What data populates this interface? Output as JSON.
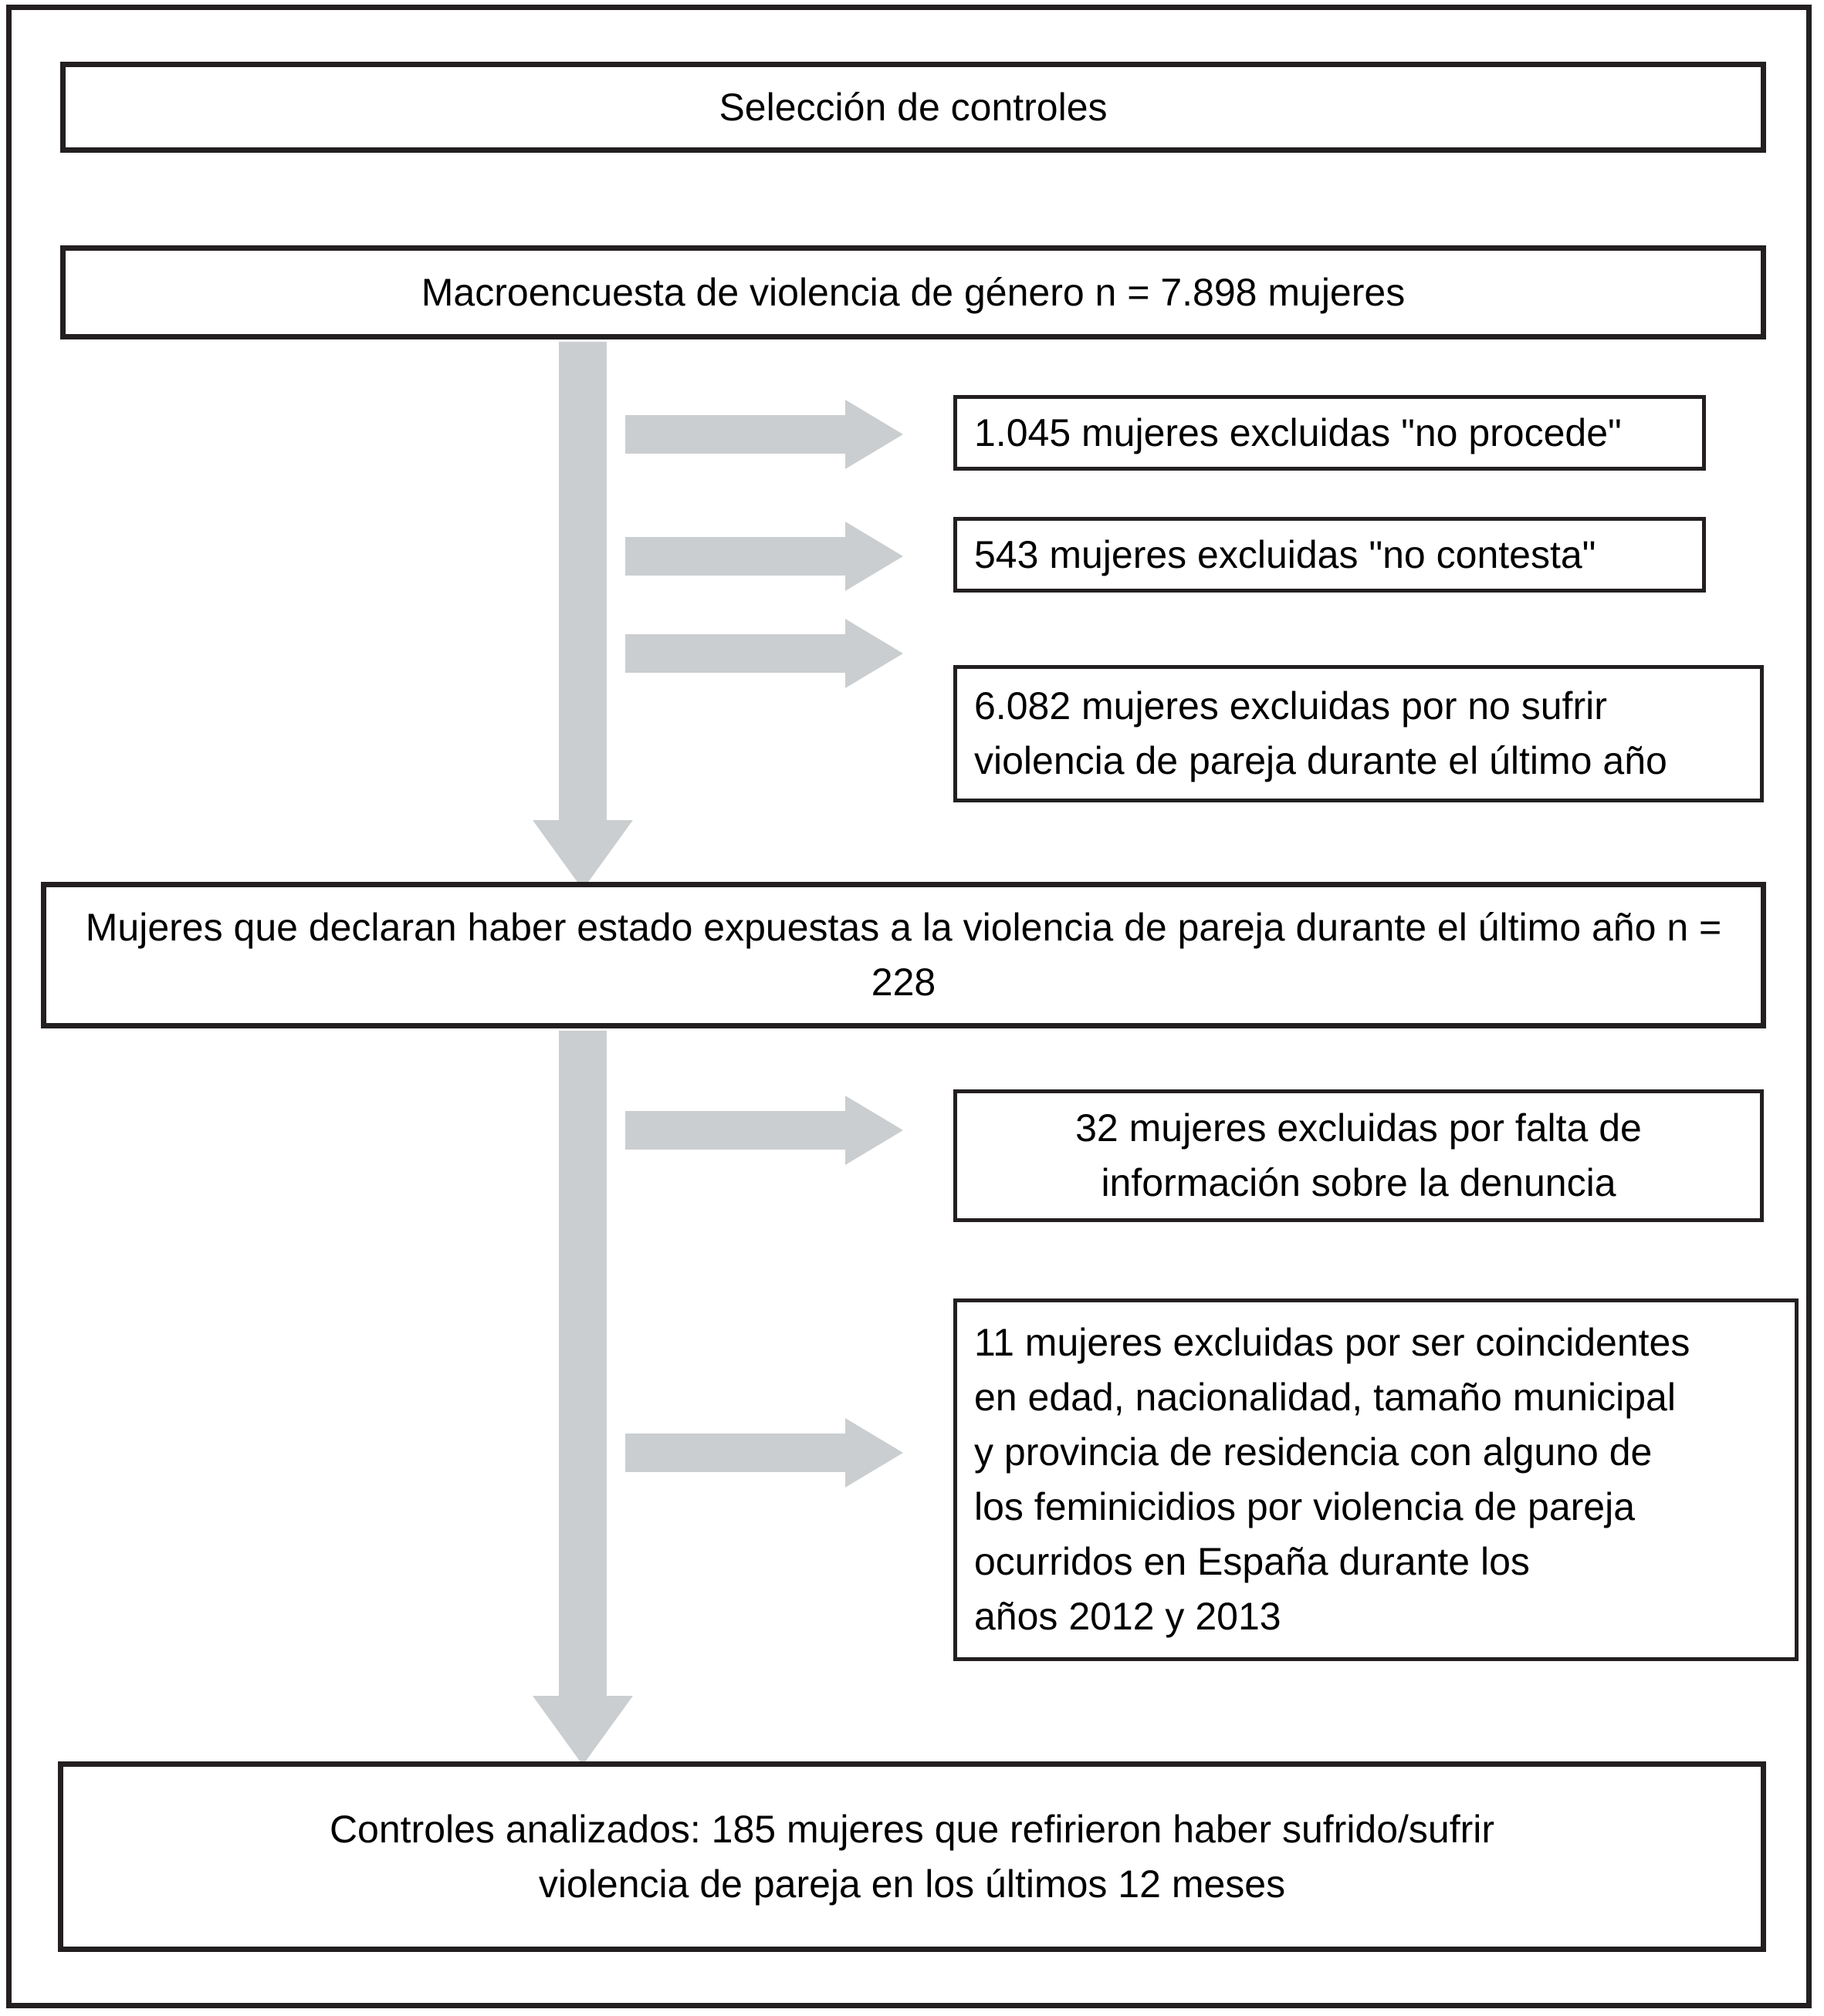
{
  "figure": {
    "kind": "flowchart",
    "orientation": "top-to-bottom",
    "arrow_color": "#cbced0",
    "box_border_color": "#231f20",
    "background_color": "#ffffff"
  },
  "nodes": {
    "title": "Selección de controles",
    "survey": "Macroencuesta de violencia de género n = 7.898 mujeres",
    "exclusion_1": "1.045 mujeres excluidas \"no procede\"",
    "exclusion_2": "543 mujeres excluidas \"no contesta\"",
    "exclusion_3": "6.082 mujeres excluidas por no sufrir\nviolencia de pareja durante el último año",
    "exposed": "Mujeres que declaran haber estado expuestas a la violencia de pareja durante el último año n = 228",
    "exclusion_4": "32 mujeres excluidas por falta de\ninformación sobre la denuncia",
    "exclusion_5": "11 mujeres excluidas por ser coincidentes\nen edad, nacionalidad, tamaño municipal\ny provincia de residencia con alguno de\nlos feminicidios por violencia de pareja\nocurridos en España durante los\naños 2012 y 2013",
    "final": "Controles analizados: 185 mujeres que refirieron haber sufrido/sufrir\nviolencia de pareja en los últimos 12 meses"
  },
  "chart_data": {
    "type": "flowchart",
    "title": "Selección de controles",
    "steps": [
      {
        "id": "survey",
        "label": "Macroencuesta de violencia de género n = 7.898 mujeres",
        "n": 7898
      },
      {
        "id": "exposed",
        "label": "Mujeres que declaran haber estado expuestas a la violencia de pareja durante el último año n = 228",
        "n": 228
      },
      {
        "id": "final",
        "label": "Controles analizados: 185 mujeres que refirieron haber sufrido/sufrir violencia de pareja en los últimos 12 meses",
        "n": 185
      }
    ],
    "exclusions": [
      {
        "after": "survey",
        "n": 1045,
        "reason": "mujeres excluidas \"no procede\""
      },
      {
        "after": "survey",
        "n": 543,
        "reason": "mujeres excluidas \"no contesta\""
      },
      {
        "after": "survey",
        "n": 6082,
        "reason": "mujeres excluidas por no sufrir violencia de pareja durante el último año"
      },
      {
        "after": "exposed",
        "n": 32,
        "reason": "mujeres excluidas por falta de información sobre la denuncia"
      },
      {
        "after": "exposed",
        "n": 11,
        "reason": "mujeres excluidas por ser coincidentes en edad, nacionalidad, tamaño municipal y provincia de residencia con alguno de los feminicidios por violencia de pareja ocurridos en España durante los años 2012 y 2013"
      }
    ]
  }
}
